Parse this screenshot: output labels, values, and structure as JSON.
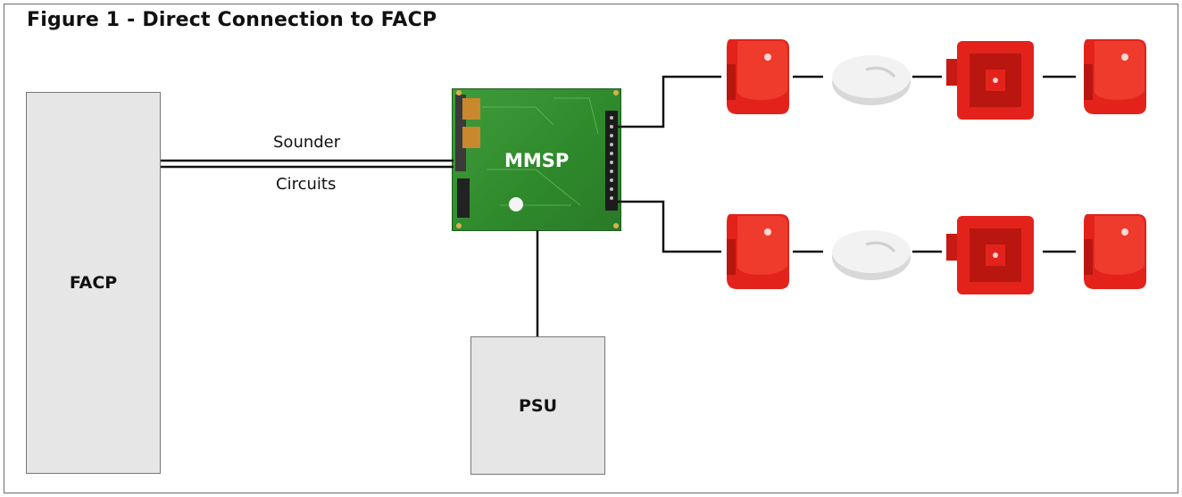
{
  "figure": {
    "title": "Figure 1 - Direct Connection to FACP"
  },
  "nodes": {
    "facp": "FACP",
    "psu": "PSU",
    "mmsp": "MMSP"
  },
  "connection": {
    "label_line1": "Sounder",
    "label_line2": "Circuits"
  },
  "devices": {
    "top_row": [
      "sounder-beacon-icon",
      "white-sounder-icon",
      "red-horn-sounder-icon",
      "sounder-beacon-icon"
    ],
    "bottom_row": [
      "sounder-beacon-icon",
      "white-sounder-icon",
      "red-horn-sounder-icon",
      "sounder-beacon-icon"
    ]
  },
  "colors": {
    "box_fill": "#e6e6e6",
    "pcb_green": "#2f8a2c",
    "device_red": "#e3221c",
    "device_white": "#f2f2f2"
  }
}
